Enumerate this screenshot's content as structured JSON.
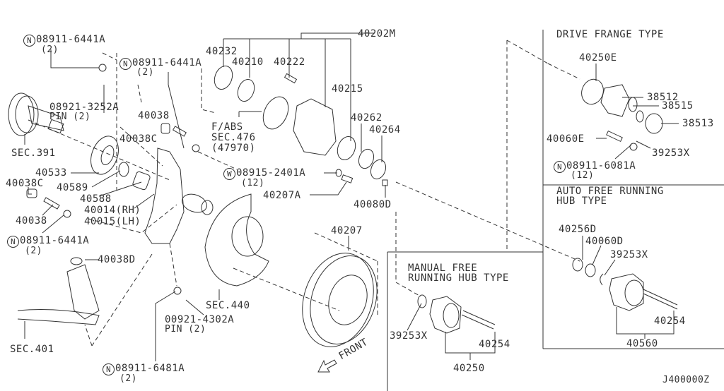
{
  "diagram": {
    "type": "exploded parts diagram",
    "subject": "Front axle / hub and knuckle assembly",
    "diagram_code": "J400000Z",
    "front_indicator": "FRONT",
    "sections": {
      "drive_flange": {
        "title": "DRIVE FRANGE TYPE"
      },
      "auto_free": {
        "title_line1": "AUTO FREE RUNNING",
        "title_line2": "HUB TYPE"
      },
      "manual_free": {
        "title_line1": "MANUAL FREE",
        "title_line2": "RUNNING HUB TYPE"
      }
    },
    "labels": {
      "nut_top_left": {
        "prefix": "N",
        "part": "08911-6441A",
        "qty": "(2)"
      },
      "nut_top_mid": {
        "prefix": "N",
        "part": "08911-6441A",
        "qty": "(2)"
      },
      "pin_top": {
        "part": "08921-3252A",
        "qty": "PIN (2)"
      },
      "sec391": "SEC.391",
      "p40038_top": "40038",
      "p40038c_top": "40038C",
      "p40533": "40533",
      "p40589": "40589",
      "p40588": "40588",
      "p40038c_left": "40038C",
      "p40038_left": "40038",
      "p40014": "40014(RH)",
      "p40015": "40015(LH)",
      "nut_left": {
        "prefix": "N",
        "part": "08911-6441A",
        "qty": "(2)"
      },
      "p40038d": "40038D",
      "sec401": "SEC.401",
      "nut_bottom": {
        "prefix": "N",
        "part": "08911-6481A",
        "qty": "(2)"
      },
      "pin_bottom": {
        "part": "00921-4302A",
        "qty": "PIN (2)"
      },
      "sec440": "SEC.440",
      "p40202m": "40202M",
      "p40232": "40232",
      "p40210": "40210",
      "p40222": "40222",
      "p40215": "40215",
      "fabs": {
        "line1": "F/ABS",
        "line2": "SEC.476",
        "line3": "(47970)"
      },
      "p40262": "40262",
      "p40264": "40264",
      "washer": {
        "prefix": "W",
        "part": "08915-2401A",
        "qty": "(12)"
      },
      "p40207a": "40207A",
      "p40080d": "40080D",
      "p40207": "40207",
      "df_40250e": "40250E",
      "df_38512": "38512",
      "df_38515": "38515",
      "df_38513": "38513",
      "df_40060e": "40060E",
      "df_39253x": "39253X",
      "df_nut": {
        "prefix": "N",
        "part": "08911-6081A",
        "qty": "(12)"
      },
      "af_40256d": "40256D",
      "af_40060d": "40060D",
      "af_39253x": "39253X",
      "af_40254": "40254",
      "af_40560": "40560",
      "mf_39253x": "39253X",
      "mf_40254": "40254",
      "mf_40250": "40250"
    }
  }
}
